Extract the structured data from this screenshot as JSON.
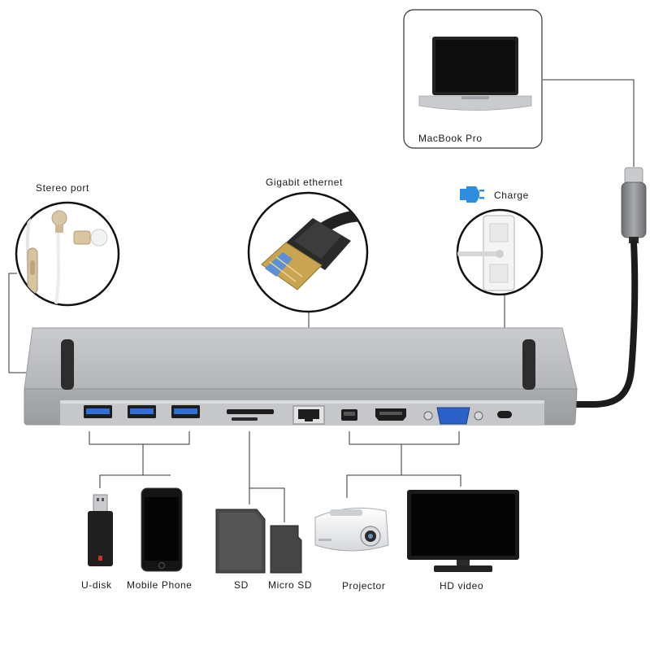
{
  "labels": {
    "macbook": "MacBook Pro",
    "stereo": "Stereo port",
    "ethernet": "Gigabit ethernet",
    "charge": "Charge",
    "udisk": "U-disk",
    "phone": "Mobile Phone",
    "sd": "SD",
    "microsd": "Micro SD",
    "projector": "Projector",
    "hdvideo": "HD video"
  },
  "colors": {
    "hub_body": "#b6b8bb",
    "hub_top": "#c4c6c9",
    "usb_blue": "#2f6fd6",
    "vga_blue": "#2a62c9",
    "charge_icon": "#2d8ee0",
    "line": "#333333"
  },
  "icons": [
    "laptop-icon",
    "earphone-icon",
    "ethernet-plug-icon",
    "power-plug-icon",
    "usbc-cable-icon",
    "usb-drive-icon",
    "smartphone-icon",
    "sd-card-icon",
    "micro-sd-icon",
    "projector-icon",
    "monitor-icon"
  ]
}
